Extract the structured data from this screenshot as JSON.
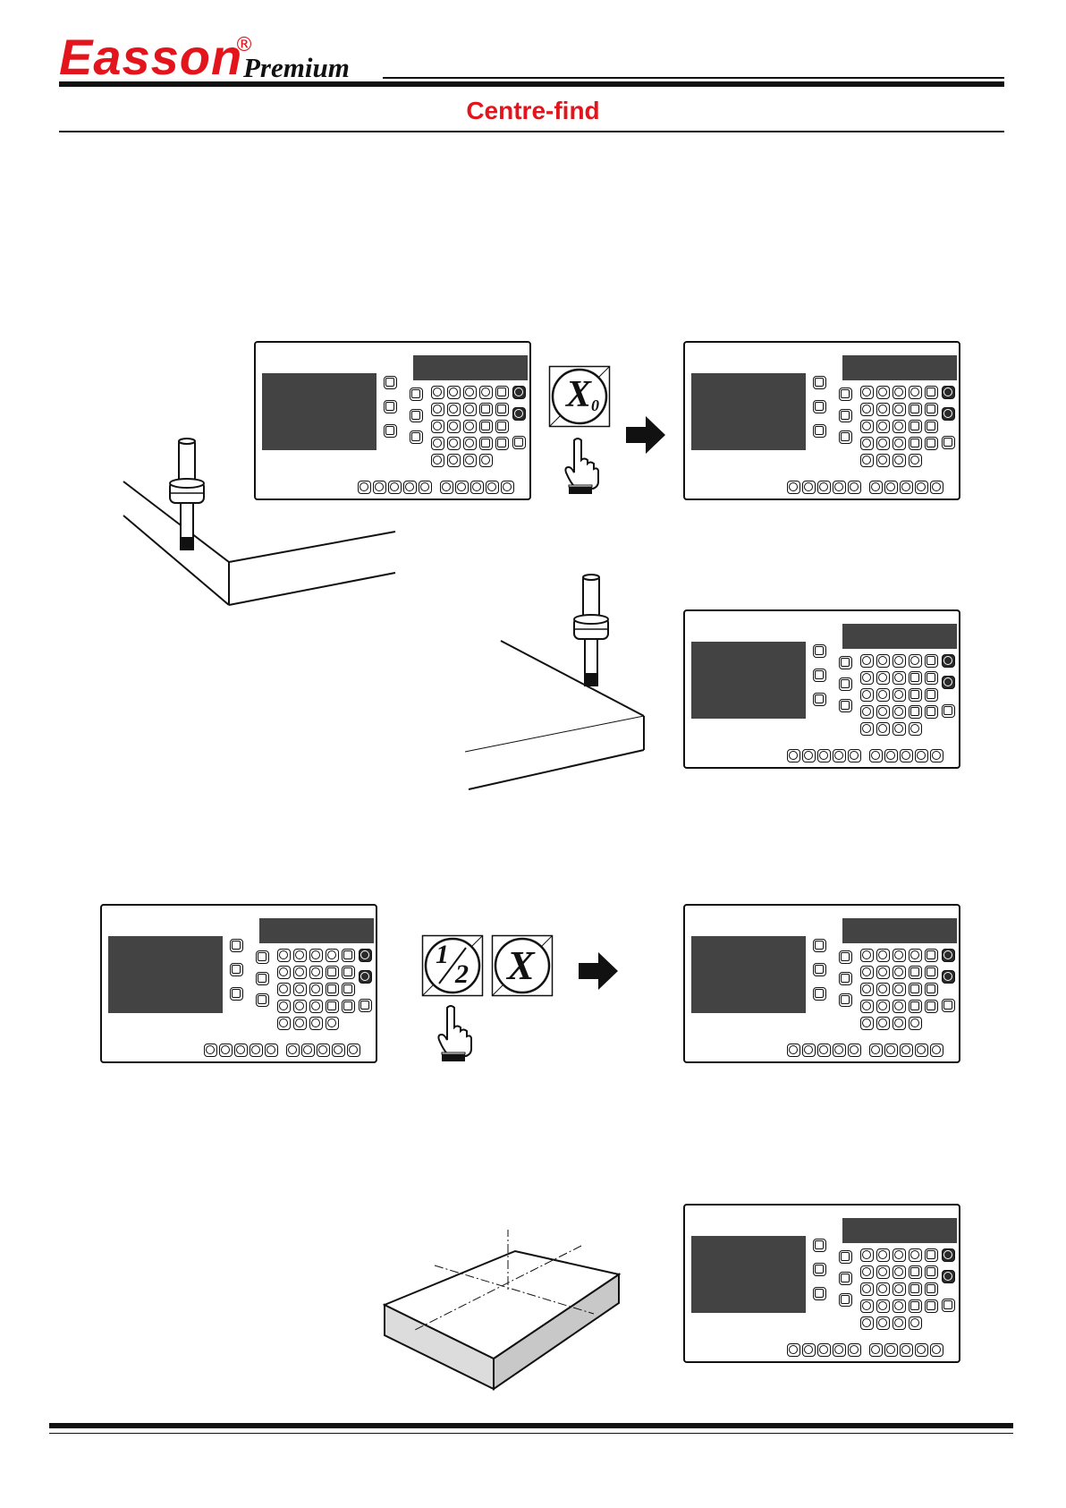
{
  "header": {
    "brand": "Easson",
    "registered": "®",
    "brand_sub": "Premium",
    "title": "Centre-find"
  },
  "keys": {
    "x_zero": "X",
    "x_zero_sub": "0",
    "half_num": "1",
    "half_den": "2",
    "x_axis": "X"
  },
  "icons": {
    "press": "pointing-hand-icon",
    "next": "arrow-right-icon"
  },
  "colors": {
    "brand_red": "#e3141b",
    "display_grey": "#434343"
  }
}
